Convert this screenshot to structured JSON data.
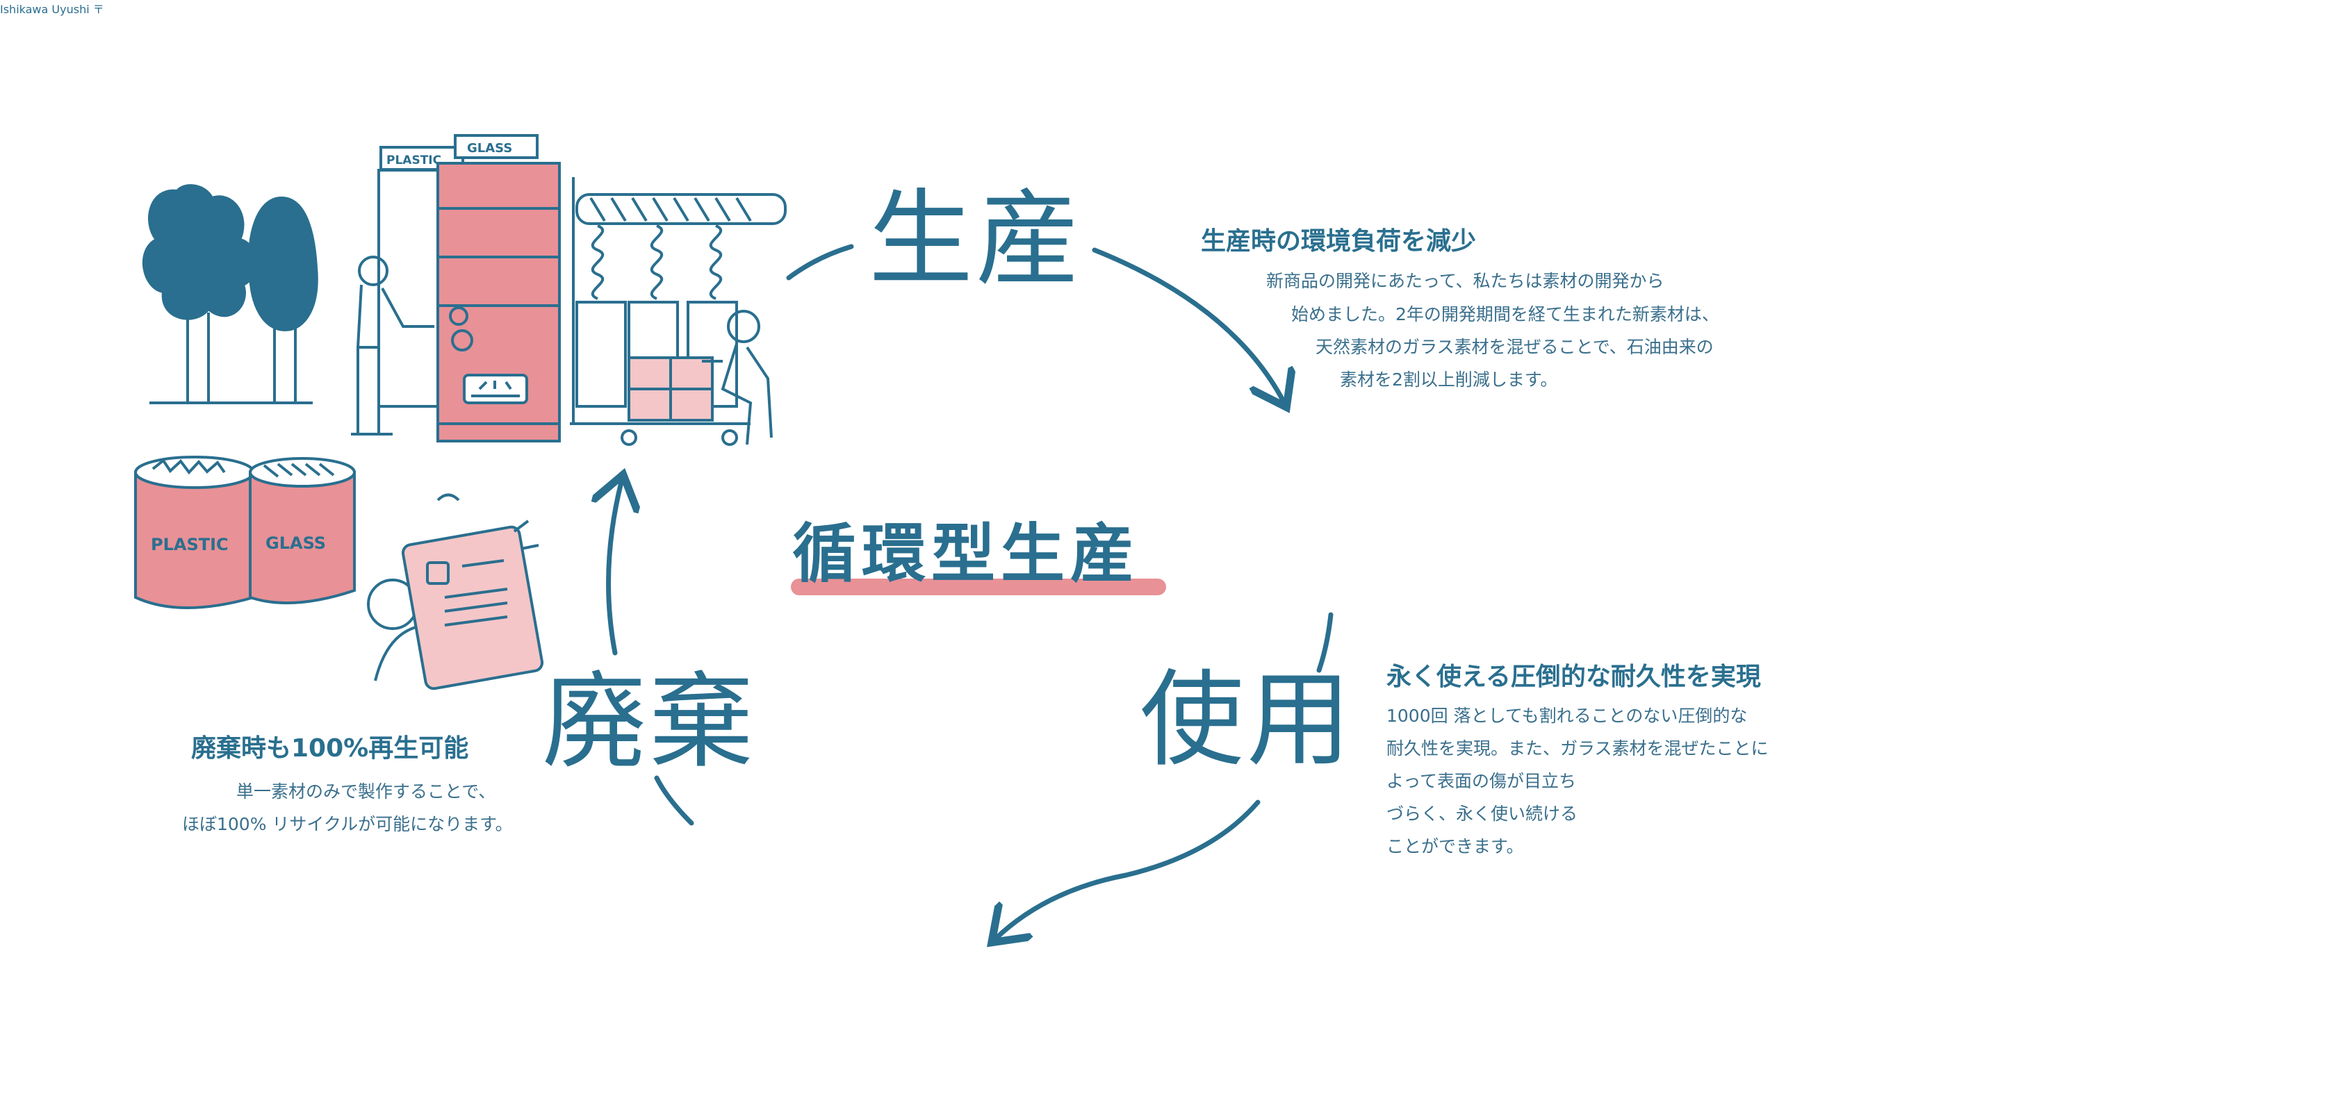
{
  "diagram": {
    "title": "循環型生産",
    "stages": {
      "production": "生産",
      "use": "使用",
      "disposal": "廃棄"
    }
  },
  "production_info": {
    "title": "生産時の環境負荷を減少",
    "lines": [
      "新商品の開発にあたって、私たちは素材の開発から",
      "始めました。2年の開発期間を経て生まれた新素材は、",
      "天然素材のガラス素材を混ぜることで、石油由来の",
      "素材を2割以上削減します。"
    ]
  },
  "use_info": {
    "title": "永く使える圧倒的な耐久性を実現",
    "lines": [
      "1000回 落としても割れることのない圧倒的な",
      "耐久性を実現。また、ガラス素材を混ぜたことに",
      "よって表面の傷が目立ち",
      "づらく、永く使い続ける",
      "ことができます。"
    ]
  },
  "disposal_info": {
    "title": "廃棄時も100%再生可能",
    "lines": [
      "単一素材のみで製作することで、",
      "ほぼ100% リサイクルが可能になります。"
    ]
  },
  "illustration_text": {
    "machine_tag_plastic": "PLASTIC",
    "machine_tag_glass": "GLASS",
    "bin_plastic": "PLASTIC",
    "bin_glass": "GLASS",
    "truck_brand": "Ishikawa Uyushi",
    "post_mark": "〒"
  },
  "colors": {
    "primary": "#2a6f8f",
    "accent": "#e89196",
    "accent_light": "#f4c6c8",
    "background": "#ffffff"
  }
}
